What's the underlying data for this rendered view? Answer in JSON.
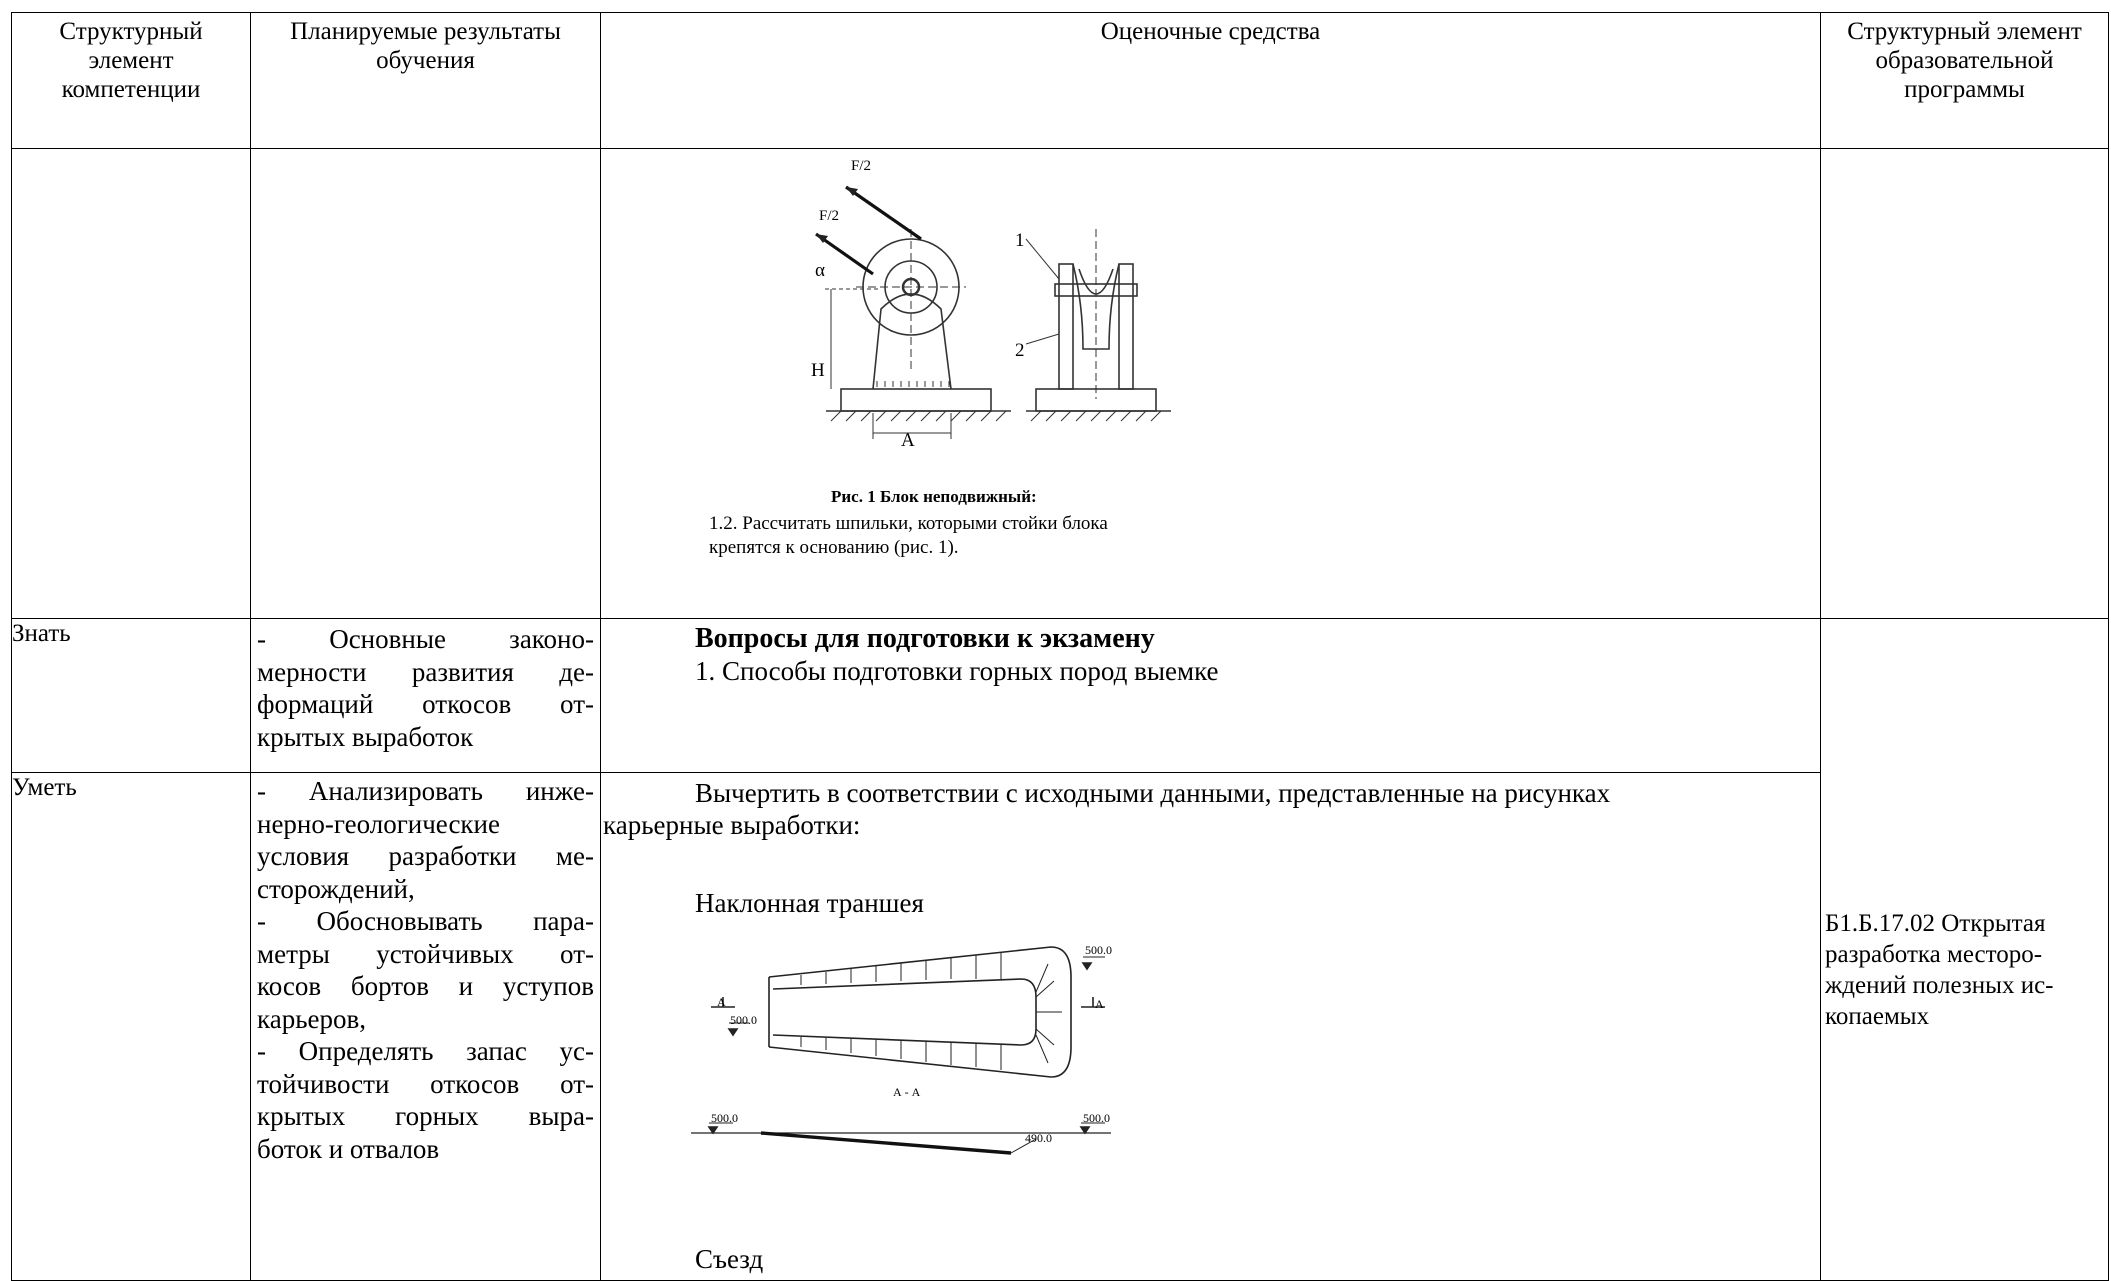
{
  "header": {
    "col1": "Структурный элемент компетенции",
    "col2": "Планируемые результаты обучения",
    "col3": "Оценочные средства",
    "col4": "Структурный элемент образовательной программы"
  },
  "row_figure": {
    "caption": "Рис. 1   Блок неподвижный:",
    "task_line1": "1.2. Рассчитать шпильки, которыми стойки блока",
    "task_line2": "крепятся к основанию (рис. 1).",
    "labels": {
      "alpha": "α",
      "H": "H",
      "A": "A",
      "one": "1",
      "two": "2",
      "f1": "F/2",
      "f2": "F/2"
    }
  },
  "row_know": {
    "element": "Знать",
    "results": [
      "- Основные законо-",
      "мерности развития де-",
      "формаций откосов от-",
      "крытых выработок"
    ],
    "heading": "Вопросы для подготовки к экзамену",
    "q1": "1. Способы подготовки горных пород выемке"
  },
  "row_skill": {
    "element": "Уметь",
    "results": [
      "- Анализировать инже-",
      "нерно-геологические",
      "условия разработки ме-",
      "сторождений,",
      "- Обосновывать пара-",
      "метры устойчивых от-",
      "косов бортов и уступов",
      "карьеров,",
      "- Определять запас ус-",
      "тойчивости откосов от-",
      "крытых горных выра-",
      "боток и отвалов"
    ],
    "task_line1": "Вычертить в соответствии с исходными данными, представленные на рисунках",
    "task_line2": "карьерные выработки:",
    "item1": "Наклонная траншея",
    "item2": "Съезд",
    "drawing": {
      "section": "А - А",
      "elev_top": "500.0",
      "elev_left": "500.0",
      "elev_sec_left": "500.0",
      "elev_sec_right": "500.0",
      "elev_bottom": "490.0",
      "cut_a1": "А",
      "cut_a2": "А"
    }
  },
  "program": {
    "lines": [
      "Б1.Б.17.02 Открытая",
      "разработка месторо-",
      "ждений полезных ис-",
      "копаемых"
    ]
  }
}
